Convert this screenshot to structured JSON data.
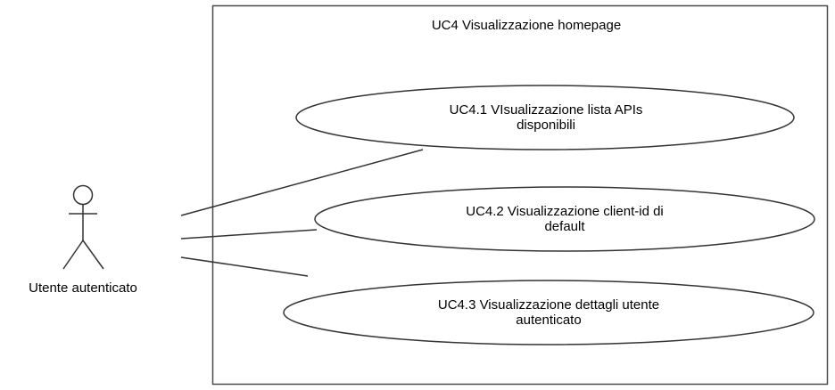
{
  "system": {
    "title": "UC4 Visualizzazione homepage"
  },
  "actor": {
    "name": "Utente autenticato",
    "icon": "stick-figure-actor-icon"
  },
  "use_cases": [
    {
      "line1": "UC4.1 VIsualizzazione lista APIs",
      "line2": "disponibili"
    },
    {
      "line1": "UC4.2 Visualizzazione client-id di",
      "line2": "default"
    },
    {
      "line1": "UC4.3 Visualizzazione dettagli utente",
      "line2": "autenticato"
    }
  ],
  "colors": {
    "stroke": "#4a4a4a",
    "background": "#ffffff",
    "text": "#000000"
  }
}
